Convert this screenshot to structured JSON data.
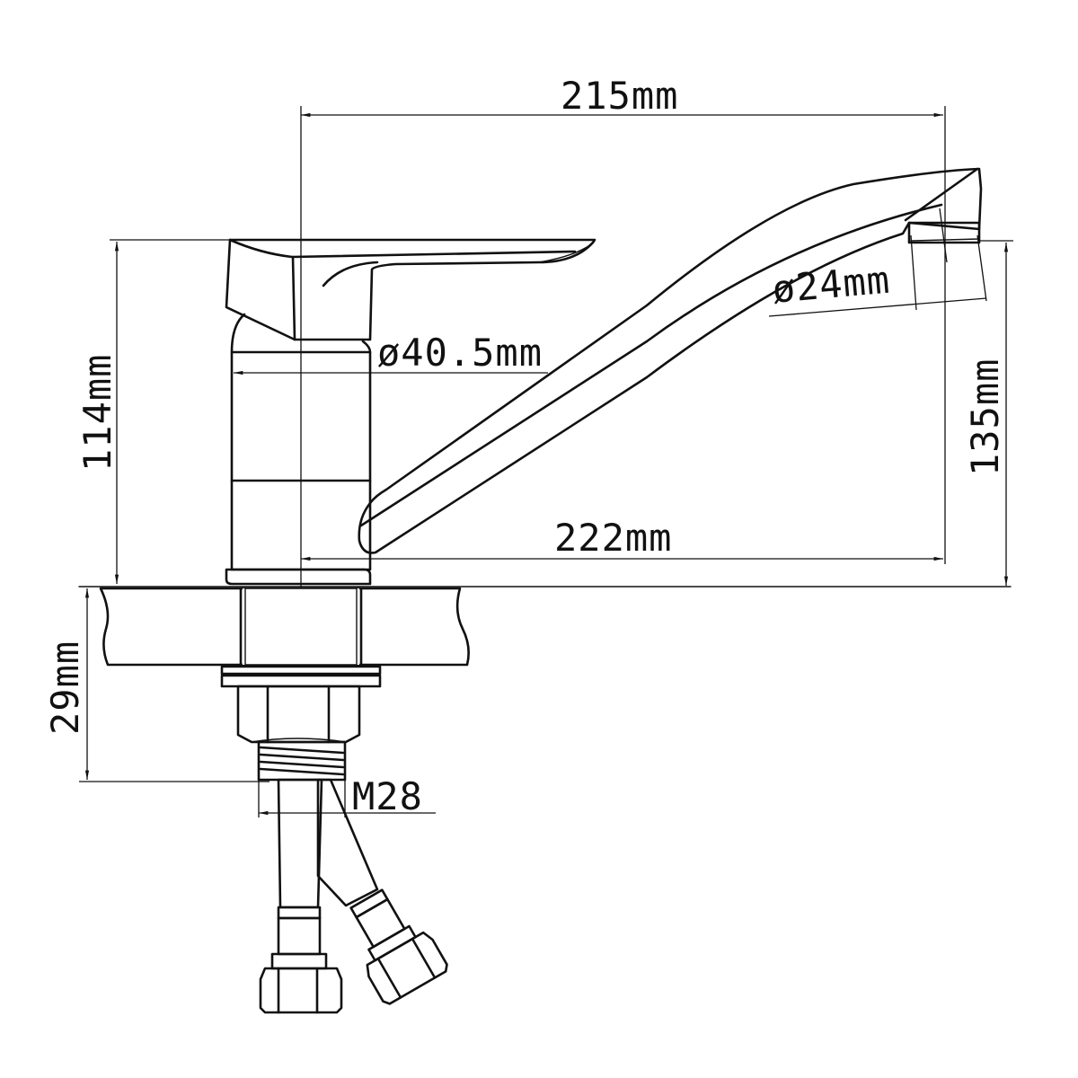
{
  "drawing": {
    "subject": "Single-lever kitchen faucet technical drawing",
    "line_color": "#111111",
    "background": "#ffffff",
    "dimensions": {
      "overall_width": "215mm",
      "spout_reach": "222mm",
      "body_height": "114mm",
      "spout_height": "135mm",
      "body_diameter": "ø40.5mm",
      "aerator_diameter": "ø24mm",
      "mount_depth": "29mm",
      "thread": "M28"
    }
  }
}
